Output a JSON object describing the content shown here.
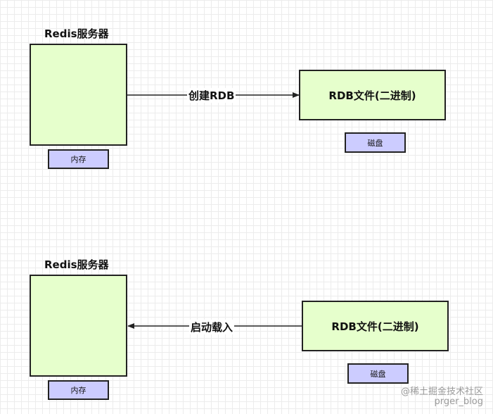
{
  "top": {
    "server_title": "Redis服务器",
    "memory_label": "内存",
    "edge_label": "创建RDB",
    "file_label": "RDB文件(二进制)",
    "disk_label": "磁盘"
  },
  "bottom": {
    "server_title": "Redis服务器",
    "memory_label": "内存",
    "edge_label": "启动载入",
    "file_label": "RDB文件(二进制)",
    "disk_label": "磁盘"
  },
  "watermark": {
    "text": "@稀土掘金技术社区",
    "sub": "prger_blog"
  }
}
